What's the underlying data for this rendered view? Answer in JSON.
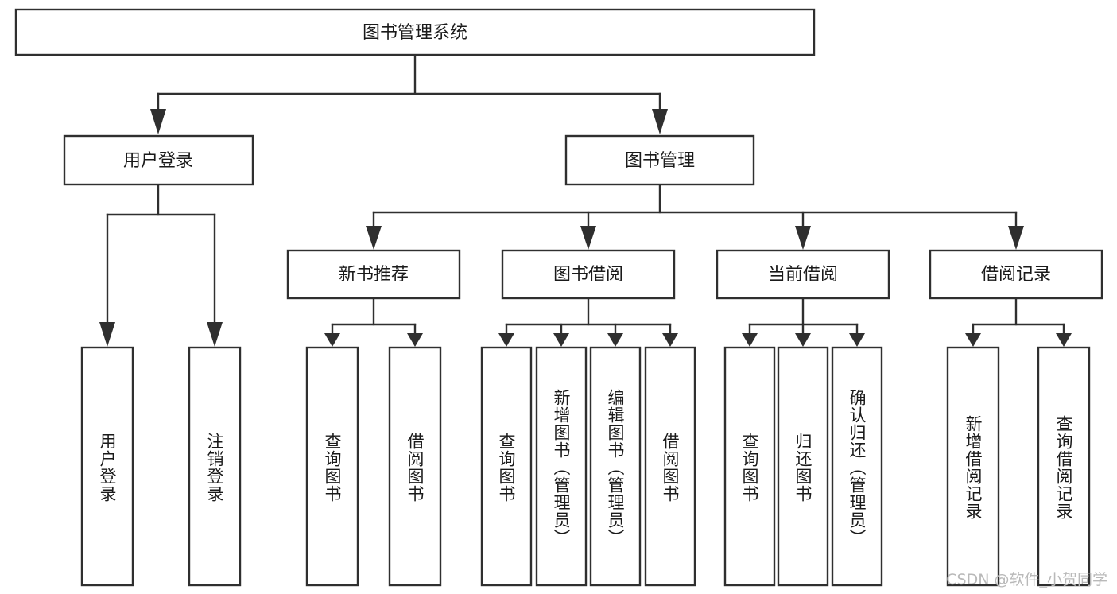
{
  "diagram": {
    "type": "tree-hierarchy",
    "title": "图书管理系统",
    "watermark": "CSDN @软件_小贺同学",
    "colors": {
      "stroke": "#2f2f2f",
      "fill": "#ffffff",
      "text": "#1a1a1a",
      "watermark": "#b9b9b9",
      "background": "#ffffff"
    },
    "nodes": {
      "root": {
        "label": "图书管理系统",
        "level": 1,
        "orientation": "horizontal"
      },
      "level2": [
        {
          "id": "user-login",
          "label": "用户登录",
          "orientation": "horizontal"
        },
        {
          "id": "book-management",
          "label": "图书管理",
          "orientation": "horizontal"
        }
      ],
      "level3": [
        {
          "id": "new-book-recommend",
          "label": "新书推荐",
          "orientation": "horizontal"
        },
        {
          "id": "book-borrow",
          "label": "图书借阅",
          "orientation": "horizontal"
        },
        {
          "id": "current-borrow",
          "label": "当前借阅",
          "orientation": "horizontal"
        },
        {
          "id": "borrow-record",
          "label": "借阅记录",
          "orientation": "horizontal"
        }
      ],
      "leaves": [
        {
          "id": "leaf-user-login",
          "label": "用户登录",
          "parent": "user-login",
          "orientation": "vertical"
        },
        {
          "id": "leaf-user-logout",
          "label": "注销登录",
          "parent": "user-login",
          "orientation": "vertical"
        },
        {
          "id": "leaf-query-book-1",
          "label": "查询图书",
          "parent": "new-book-recommend",
          "orientation": "vertical"
        },
        {
          "id": "leaf-borrow-book-1",
          "label": "借阅图书",
          "parent": "new-book-recommend",
          "orientation": "vertical"
        },
        {
          "id": "leaf-query-book-2",
          "label": "查询图书",
          "parent": "book-borrow",
          "orientation": "vertical"
        },
        {
          "id": "leaf-add-book",
          "label": "新增图书（管理员）",
          "parent": "book-borrow",
          "orientation": "vertical"
        },
        {
          "id": "leaf-edit-book",
          "label": "编辑图书（管理员）",
          "parent": "book-borrow",
          "orientation": "vertical"
        },
        {
          "id": "leaf-borrow-book-2",
          "label": "借阅图书",
          "parent": "book-borrow",
          "orientation": "vertical"
        },
        {
          "id": "leaf-query-book-3",
          "label": "查询图书",
          "parent": "current-borrow",
          "orientation": "vertical"
        },
        {
          "id": "leaf-return-book",
          "label": "归还图书",
          "parent": "current-borrow",
          "orientation": "vertical"
        },
        {
          "id": "leaf-confirm-return",
          "label": "确认归还（管理员）",
          "parent": "current-borrow",
          "orientation": "vertical"
        },
        {
          "id": "leaf-add-record",
          "label": "新增借阅记录",
          "parent": "borrow-record",
          "orientation": "vertical"
        },
        {
          "id": "leaf-query-record",
          "label": "查询借阅记录",
          "parent": "borrow-record",
          "orientation": "vertical"
        }
      ]
    }
  }
}
